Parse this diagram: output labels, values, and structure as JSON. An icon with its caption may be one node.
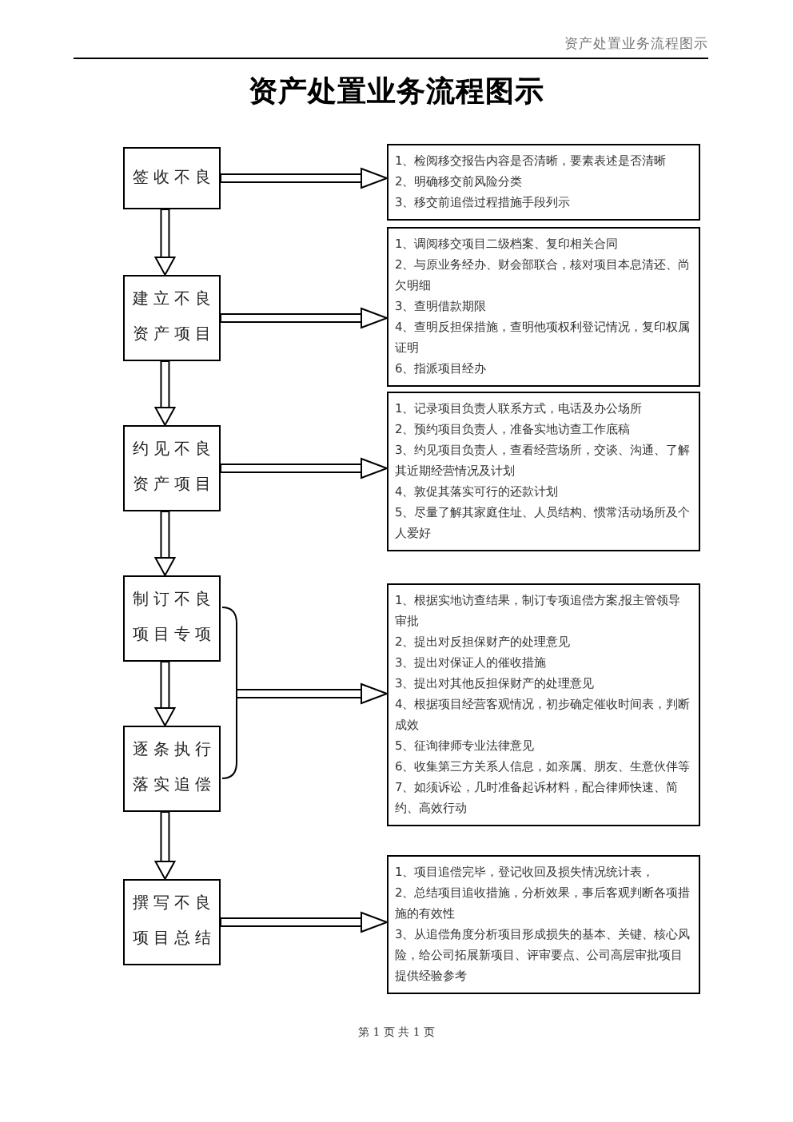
{
  "diagram": {
    "title": "资产处置业务流程图示",
    "nodes": [
      {
        "text": [
          "签收不良"
        ]
      },
      {
        "text": [
          "1、检阅移交报告内容是否清晰，要素表述是否清晰",
          "2、明确移交前风险分类",
          "3、移交前追偿过程措施手段列示"
        ]
      },
      {
        "text": [
          "建立不良资产项目"
        ]
      },
      {
        "text": [
          "1、调阅移交项目二级档案、复印相关合同",
          "2、与原业务经办、财会部联合，核对项目本息清还、尚欠明细",
          "3、查明借款期限",
          "4、查明反担保措施，查明他项权利登记情况，复印权属证明",
          "6、指派项目经办"
        ]
      },
      {
        "text": [
          "约见不良资产项目"
        ]
      },
      {
        "text": [
          "1、记录项目负责人联系方式，电话及办公场所",
          "2、预约项目负责人，准备实地访查工作底稿",
          "3、约见项目负责人，查看经营场所，交谈、沟通、了解其近期经营情况及计划",
          "4、敦促其落实可行的还款计划",
          "5、尽量了解其家庭住址、人员结构、惯常活动场所及个人爱好"
        ]
      },
      {
        "text": [
          "制订不良项目专项"
        ]
      },
      {
        "text": [
          "1、根据实地访查结果，制订专项追偿方案,报主管领导审批",
          "2、提出对反担保财产的处理意见",
          "3、提出对保证人的催收措施",
          "3、提出对其他反担保财产的处理意见",
          "4、根据项目经营客观情况，初步确定催收时间表，判断成效",
          "5、征询律师专业法律意见",
          "6、收集第三方关系人信息，如亲属、朋友、生意伙伴等",
          "7、如须诉讼，几时准备起诉材料，配合律师快速、简约、高效行动"
        ]
      },
      {
        "text": [
          "逐条执行落实追偿"
        ]
      },
      {
        "text": [
          "撰写不良项目总结"
        ]
      },
      {
        "text": [
          "1、项目追偿完毕，登记收回及损失情况统计表，",
          "2、总结项目追收措施，分析效果，事后客观判断各项措施的有效性",
          "3、从追偿角度分析项目形成损失的基本、关键、核心风险，给公司拓展新项目、评审要点、公司高层审批项目提供经验参考"
        ]
      }
    ],
    "edges": [
      {
        "from": 0,
        "to": 1,
        "arrow": "to"
      },
      {
        "from": 0,
        "to": 2,
        "arrow": "to"
      },
      {
        "from": 2,
        "to": 3,
        "arrow": "to"
      },
      {
        "from": 2,
        "to": 4,
        "arrow": "to"
      },
      {
        "from": 4,
        "to": 5,
        "arrow": "to"
      },
      {
        "from": 4,
        "to": 6,
        "arrow": "to"
      },
      {
        "from": 6,
        "to": 7,
        "arrow": "to"
      },
      {
        "from": 6,
        "to": 8,
        "arrow": "to"
      },
      {
        "from": 8,
        "to": 7,
        "arrow": "to"
      },
      {
        "from": 8,
        "to": 9,
        "arrow": "to"
      },
      {
        "from": 9,
        "to": 10,
        "arrow": "to"
      }
    ],
    "labels": [
      "资产处置业务流程图示",
      "第 1 页 共 1 页"
    ]
  }
}
